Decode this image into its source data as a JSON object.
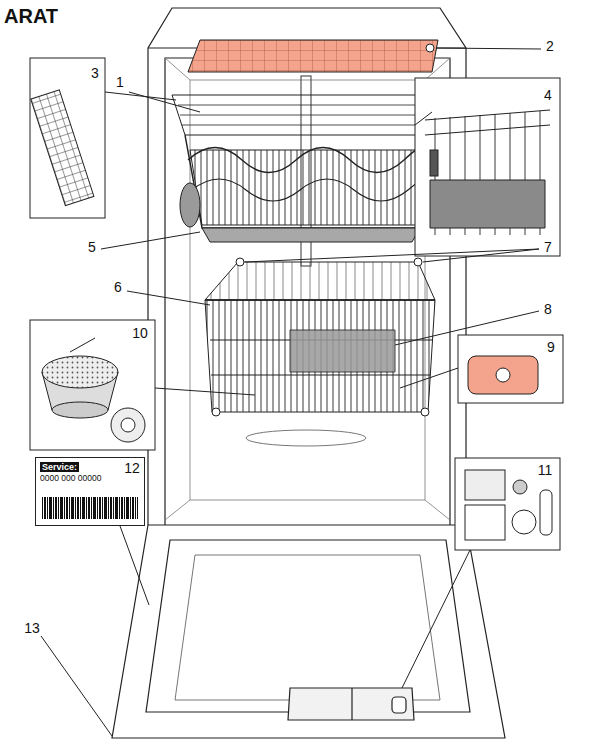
{
  "diagram": {
    "title": "ARAT",
    "nodes": [
      {
        "text": [
          "Service:",
          "0000 000 00000"
        ]
      }
    ],
    "labels": [
      "1",
      "2",
      "3",
      "4",
      "5",
      "6",
      "7",
      "8",
      "9",
      "10",
      "11",
      "12",
      "13"
    ]
  }
}
